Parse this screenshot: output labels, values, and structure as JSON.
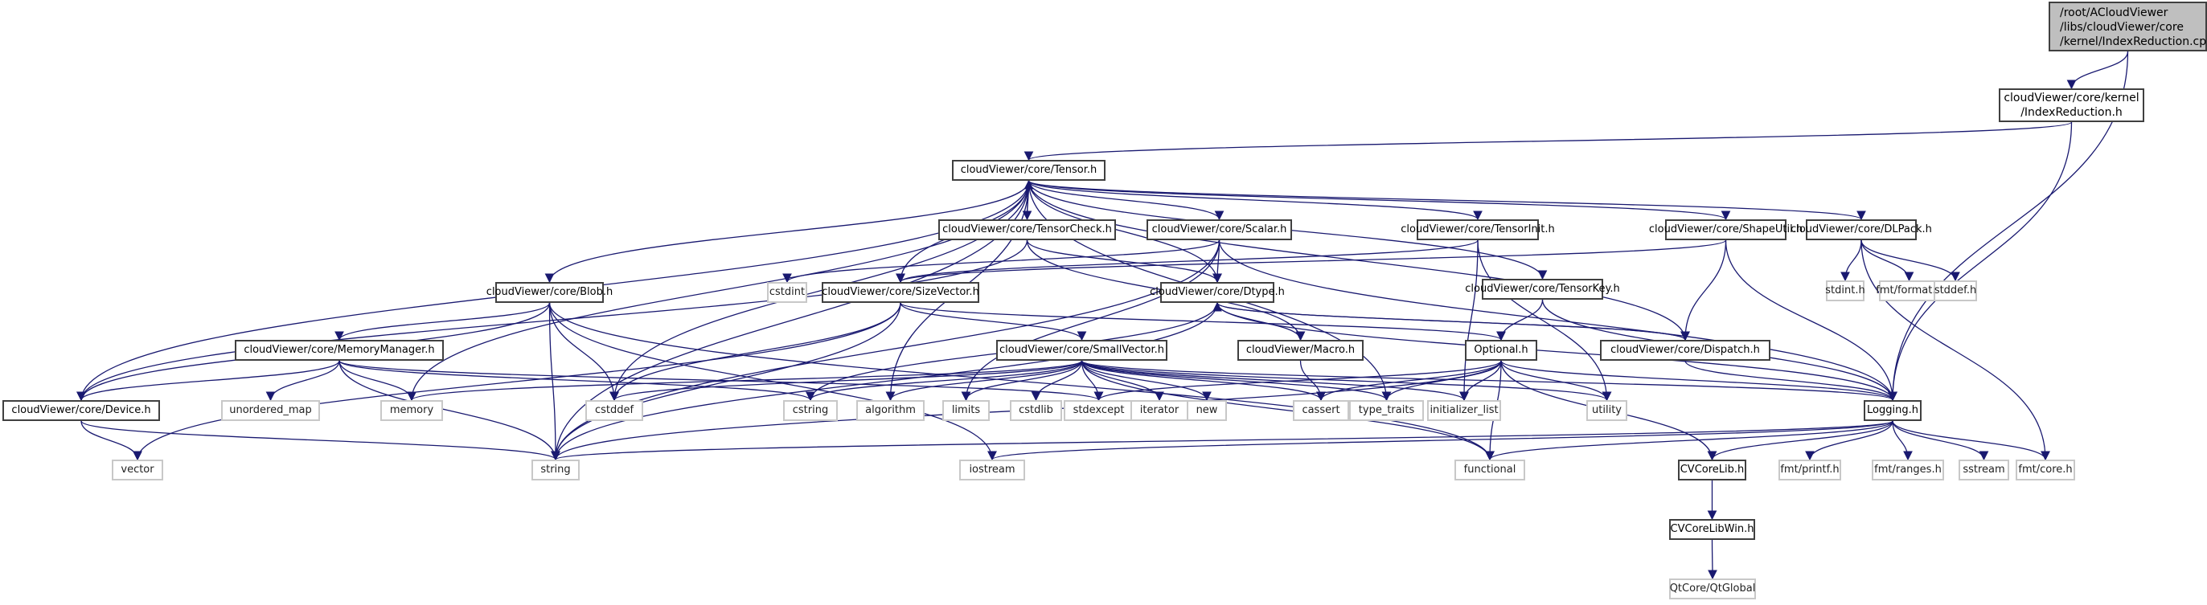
{
  "graph": {
    "title": "/root/ACloudViewer/libs/cloudViewer/core/kernel/IndexReduction.cpp include dependency graph",
    "edge_color": "#191970",
    "root_fill": "#bfbfbf",
    "nodes": [
      {
        "id": "root",
        "label": "/root/ACloudViewer\n/libs/cloudViewer/core\n/kernel/IndexReduction.cpp",
        "kind": "root"
      },
      {
        "id": "indexreduction_h",
        "label": "cloudViewer/core/kernel\n/IndexReduction.h",
        "kind": "internal"
      },
      {
        "id": "tensor_h",
        "label": "cloudViewer/core/Tensor.h",
        "kind": "internal"
      },
      {
        "id": "tensorcheck_h",
        "label": "cloudViewer/core/TensorCheck.h",
        "kind": "internal"
      },
      {
        "id": "scalar_h",
        "label": "cloudViewer/core/Scalar.h",
        "kind": "internal"
      },
      {
        "id": "tensorinit_h",
        "label": "cloudViewer/core/TensorInit.h",
        "kind": "internal"
      },
      {
        "id": "shapeutil_h",
        "label": "cloudViewer/core/ShapeUtil.h",
        "kind": "internal"
      },
      {
        "id": "dlpack_h",
        "label": "cloudViewer/core/DLPack.h",
        "kind": "internal"
      },
      {
        "id": "blob_h",
        "label": "cloudViewer/core/Blob.h",
        "kind": "internal"
      },
      {
        "id": "cstdint",
        "label": "cstdint",
        "kind": "external"
      },
      {
        "id": "sizevector_h",
        "label": "cloudViewer/core/SizeVector.h",
        "kind": "internal"
      },
      {
        "id": "dtype_h",
        "label": "cloudViewer/core/Dtype.h",
        "kind": "internal"
      },
      {
        "id": "tensorkey_h",
        "label": "cloudViewer/core/TensorKey.h",
        "kind": "internal"
      },
      {
        "id": "stdint_h",
        "label": "stdint.h",
        "kind": "external"
      },
      {
        "id": "fmt_format_h",
        "label": "fmt/format.h",
        "kind": "external"
      },
      {
        "id": "stddef_h",
        "label": "stddef.h",
        "kind": "external"
      },
      {
        "id": "memorymanager_h",
        "label": "cloudViewer/core/MemoryManager.h",
        "kind": "internal"
      },
      {
        "id": "smallvector_h",
        "label": "cloudViewer/core/SmallVector.h",
        "kind": "internal"
      },
      {
        "id": "macro_h",
        "label": "cloudViewer/Macro.h",
        "kind": "internal"
      },
      {
        "id": "optional_h",
        "label": "Optional.h",
        "kind": "internal"
      },
      {
        "id": "dispatch_h",
        "label": "cloudViewer/core/Dispatch.h",
        "kind": "internal"
      },
      {
        "id": "device_h",
        "label": "cloudViewer/core/Device.h",
        "kind": "internal"
      },
      {
        "id": "unordered_map",
        "label": "unordered_map",
        "kind": "external"
      },
      {
        "id": "memory",
        "label": "memory",
        "kind": "external"
      },
      {
        "id": "cstddef",
        "label": "cstddef",
        "kind": "external"
      },
      {
        "id": "cstring",
        "label": "cstring",
        "kind": "external"
      },
      {
        "id": "algorithm",
        "label": "algorithm",
        "kind": "external"
      },
      {
        "id": "limits",
        "label": "limits",
        "kind": "external"
      },
      {
        "id": "cstdlib",
        "label": "cstdlib",
        "kind": "external"
      },
      {
        "id": "stdexcept",
        "label": "stdexcept",
        "kind": "external"
      },
      {
        "id": "iterator",
        "label": "iterator",
        "kind": "external"
      },
      {
        "id": "new",
        "label": "new",
        "kind": "external"
      },
      {
        "id": "cassert",
        "label": "cassert",
        "kind": "external"
      },
      {
        "id": "type_traits",
        "label": "type_traits",
        "kind": "external"
      },
      {
        "id": "initializer_list",
        "label": "initializer_list",
        "kind": "external"
      },
      {
        "id": "utility",
        "label": "utility",
        "kind": "external"
      },
      {
        "id": "logging_h",
        "label": "Logging.h",
        "kind": "internal"
      },
      {
        "id": "vector",
        "label": "vector",
        "kind": "external"
      },
      {
        "id": "string",
        "label": "string",
        "kind": "external"
      },
      {
        "id": "iostream",
        "label": "iostream",
        "kind": "external"
      },
      {
        "id": "functional",
        "label": "functional",
        "kind": "external"
      },
      {
        "id": "cvcorelib_h",
        "label": "CVCoreLib.h",
        "kind": "internal"
      },
      {
        "id": "fmt_printf_h",
        "label": "fmt/printf.h",
        "kind": "external"
      },
      {
        "id": "fmt_ranges_h",
        "label": "fmt/ranges.h",
        "kind": "external"
      },
      {
        "id": "sstream",
        "label": "sstream",
        "kind": "external"
      },
      {
        "id": "fmt_core_h",
        "label": "fmt/core.h",
        "kind": "external"
      },
      {
        "id": "cvcorelibwin_h",
        "label": "CVCoreLibWin.h",
        "kind": "internal"
      },
      {
        "id": "qtcore_qtglobal",
        "label": "QtCore/QtGlobal",
        "kind": "external"
      }
    ],
    "edges": [
      [
        "root",
        "indexreduction_h"
      ],
      [
        "root",
        "logging_h"
      ],
      [
        "indexreduction_h",
        "tensor_h"
      ],
      [
        "indexreduction_h",
        "logging_h"
      ],
      [
        "tensor_h",
        "tensorcheck_h"
      ],
      [
        "tensorcheck_h",
        "tensor_h"
      ],
      [
        "tensor_h",
        "scalar_h"
      ],
      [
        "tensor_h",
        "tensorinit_h"
      ],
      [
        "tensor_h",
        "shapeutil_h"
      ],
      [
        "tensor_h",
        "dlpack_h"
      ],
      [
        "tensor_h",
        "blob_h"
      ],
      [
        "tensor_h",
        "sizevector_h"
      ],
      [
        "tensor_h",
        "dtype_h"
      ],
      [
        "tensor_h",
        "tensorkey_h"
      ],
      [
        "tensor_h",
        "device_h"
      ],
      [
        "tensor_h",
        "memory"
      ],
      [
        "tensor_h",
        "string"
      ],
      [
        "tensor_h",
        "cstddef"
      ],
      [
        "tensor_h",
        "algorithm"
      ],
      [
        "tensor_h",
        "type_traits"
      ],
      [
        "tensor_h",
        "dispatch_h"
      ],
      [
        "tensorcheck_h",
        "device_h"
      ],
      [
        "tensorcheck_h",
        "dtype_h"
      ],
      [
        "tensorcheck_h",
        "macro_h"
      ],
      [
        "scalar_h",
        "cstdint"
      ],
      [
        "scalar_h",
        "dtype_h"
      ],
      [
        "scalar_h",
        "string"
      ],
      [
        "scalar_h",
        "limits"
      ],
      [
        "scalar_h",
        "logging_h"
      ],
      [
        "tensorinit_h",
        "sizevector_h"
      ],
      [
        "tensorinit_h",
        "utility"
      ],
      [
        "tensorinit_h",
        "initializer_list"
      ],
      [
        "shapeutil_h",
        "sizevector_h"
      ],
      [
        "shapeutil_h",
        "logging_h"
      ],
      [
        "shapeutil_h",
        "dispatch_h"
      ],
      [
        "dlpack_h",
        "stdint_h"
      ],
      [
        "dlpack_h",
        "fmt_format_h"
      ],
      [
        "dlpack_h",
        "stddef_h"
      ],
      [
        "dlpack_h",
        "fmt_core_h"
      ],
      [
        "blob_h",
        "memorymanager_h"
      ],
      [
        "blob_h",
        "device_h"
      ],
      [
        "blob_h",
        "string"
      ],
      [
        "blob_h",
        "cstddef"
      ],
      [
        "blob_h",
        "iostream"
      ],
      [
        "blob_h",
        "functional"
      ],
      [
        "sizevector_h",
        "smallvector_h"
      ],
      [
        "sizevector_h",
        "optional_h"
      ],
      [
        "sizevector_h",
        "cstddef"
      ],
      [
        "sizevector_h",
        "string"
      ],
      [
        "sizevector_h",
        "vector"
      ],
      [
        "dtype_h",
        "macro_h"
      ],
      [
        "dtype_h",
        "dispatch_h"
      ],
      [
        "dtype_h",
        "string"
      ],
      [
        "dtype_h",
        "cstring"
      ],
      [
        "dtype_h",
        "logging_h"
      ],
      [
        "tensorkey_h",
        "optional_h"
      ],
      [
        "tensorkey_h",
        "logging_h"
      ],
      [
        "memorymanager_h",
        "device_h"
      ],
      [
        "memorymanager_h",
        "unordered_map"
      ],
      [
        "memorymanager_h",
        "memory"
      ],
      [
        "memorymanager_h",
        "string"
      ],
      [
        "memorymanager_h",
        "cstring"
      ],
      [
        "memorymanager_h",
        "stdexcept"
      ],
      [
        "smallvector_h",
        "memory"
      ],
      [
        "smallvector_h",
        "cstddef"
      ],
      [
        "smallvector_h",
        "cstring"
      ],
      [
        "smallvector_h",
        "algorithm"
      ],
      [
        "smallvector_h",
        "limits"
      ],
      [
        "smallvector_h",
        "cstdlib"
      ],
      [
        "smallvector_h",
        "stdexcept"
      ],
      [
        "smallvector_h",
        "iterator"
      ],
      [
        "smallvector_h",
        "new"
      ],
      [
        "smallvector_h",
        "cassert"
      ],
      [
        "smallvector_h",
        "type_traits"
      ],
      [
        "smallvector_h",
        "initializer_list"
      ],
      [
        "smallvector_h",
        "utility"
      ],
      [
        "smallvector_h",
        "functional"
      ],
      [
        "smallvector_h",
        "logging_h"
      ],
      [
        "macro_h",
        "cassert"
      ],
      [
        "optional_h",
        "cassert"
      ],
      [
        "optional_h",
        "type_traits"
      ],
      [
        "optional_h",
        "initializer_list"
      ],
      [
        "optional_h",
        "utility"
      ],
      [
        "optional_h",
        "functional"
      ],
      [
        "optional_h",
        "stdexcept"
      ],
      [
        "optional_h",
        "string"
      ],
      [
        "optional_h",
        "logging_h"
      ],
      [
        "optional_h",
        "cvcorelib_h"
      ],
      [
        "dispatch_h",
        "dtype_h"
      ],
      [
        "dispatch_h",
        "logging_h"
      ],
      [
        "device_h",
        "vector"
      ],
      [
        "device_h",
        "string"
      ],
      [
        "logging_h",
        "string"
      ],
      [
        "logging_h",
        "iostream"
      ],
      [
        "logging_h",
        "functional"
      ],
      [
        "logging_h",
        "cvcorelib_h"
      ],
      [
        "logging_h",
        "fmt_printf_h"
      ],
      [
        "logging_h",
        "fmt_ranges_h"
      ],
      [
        "logging_h",
        "sstream"
      ],
      [
        "logging_h",
        "fmt_core_h"
      ],
      [
        "cvcorelib_h",
        "cvcorelibwin_h"
      ],
      [
        "cvcorelibwin_h",
        "qtcore_qtglobal"
      ]
    ]
  }
}
